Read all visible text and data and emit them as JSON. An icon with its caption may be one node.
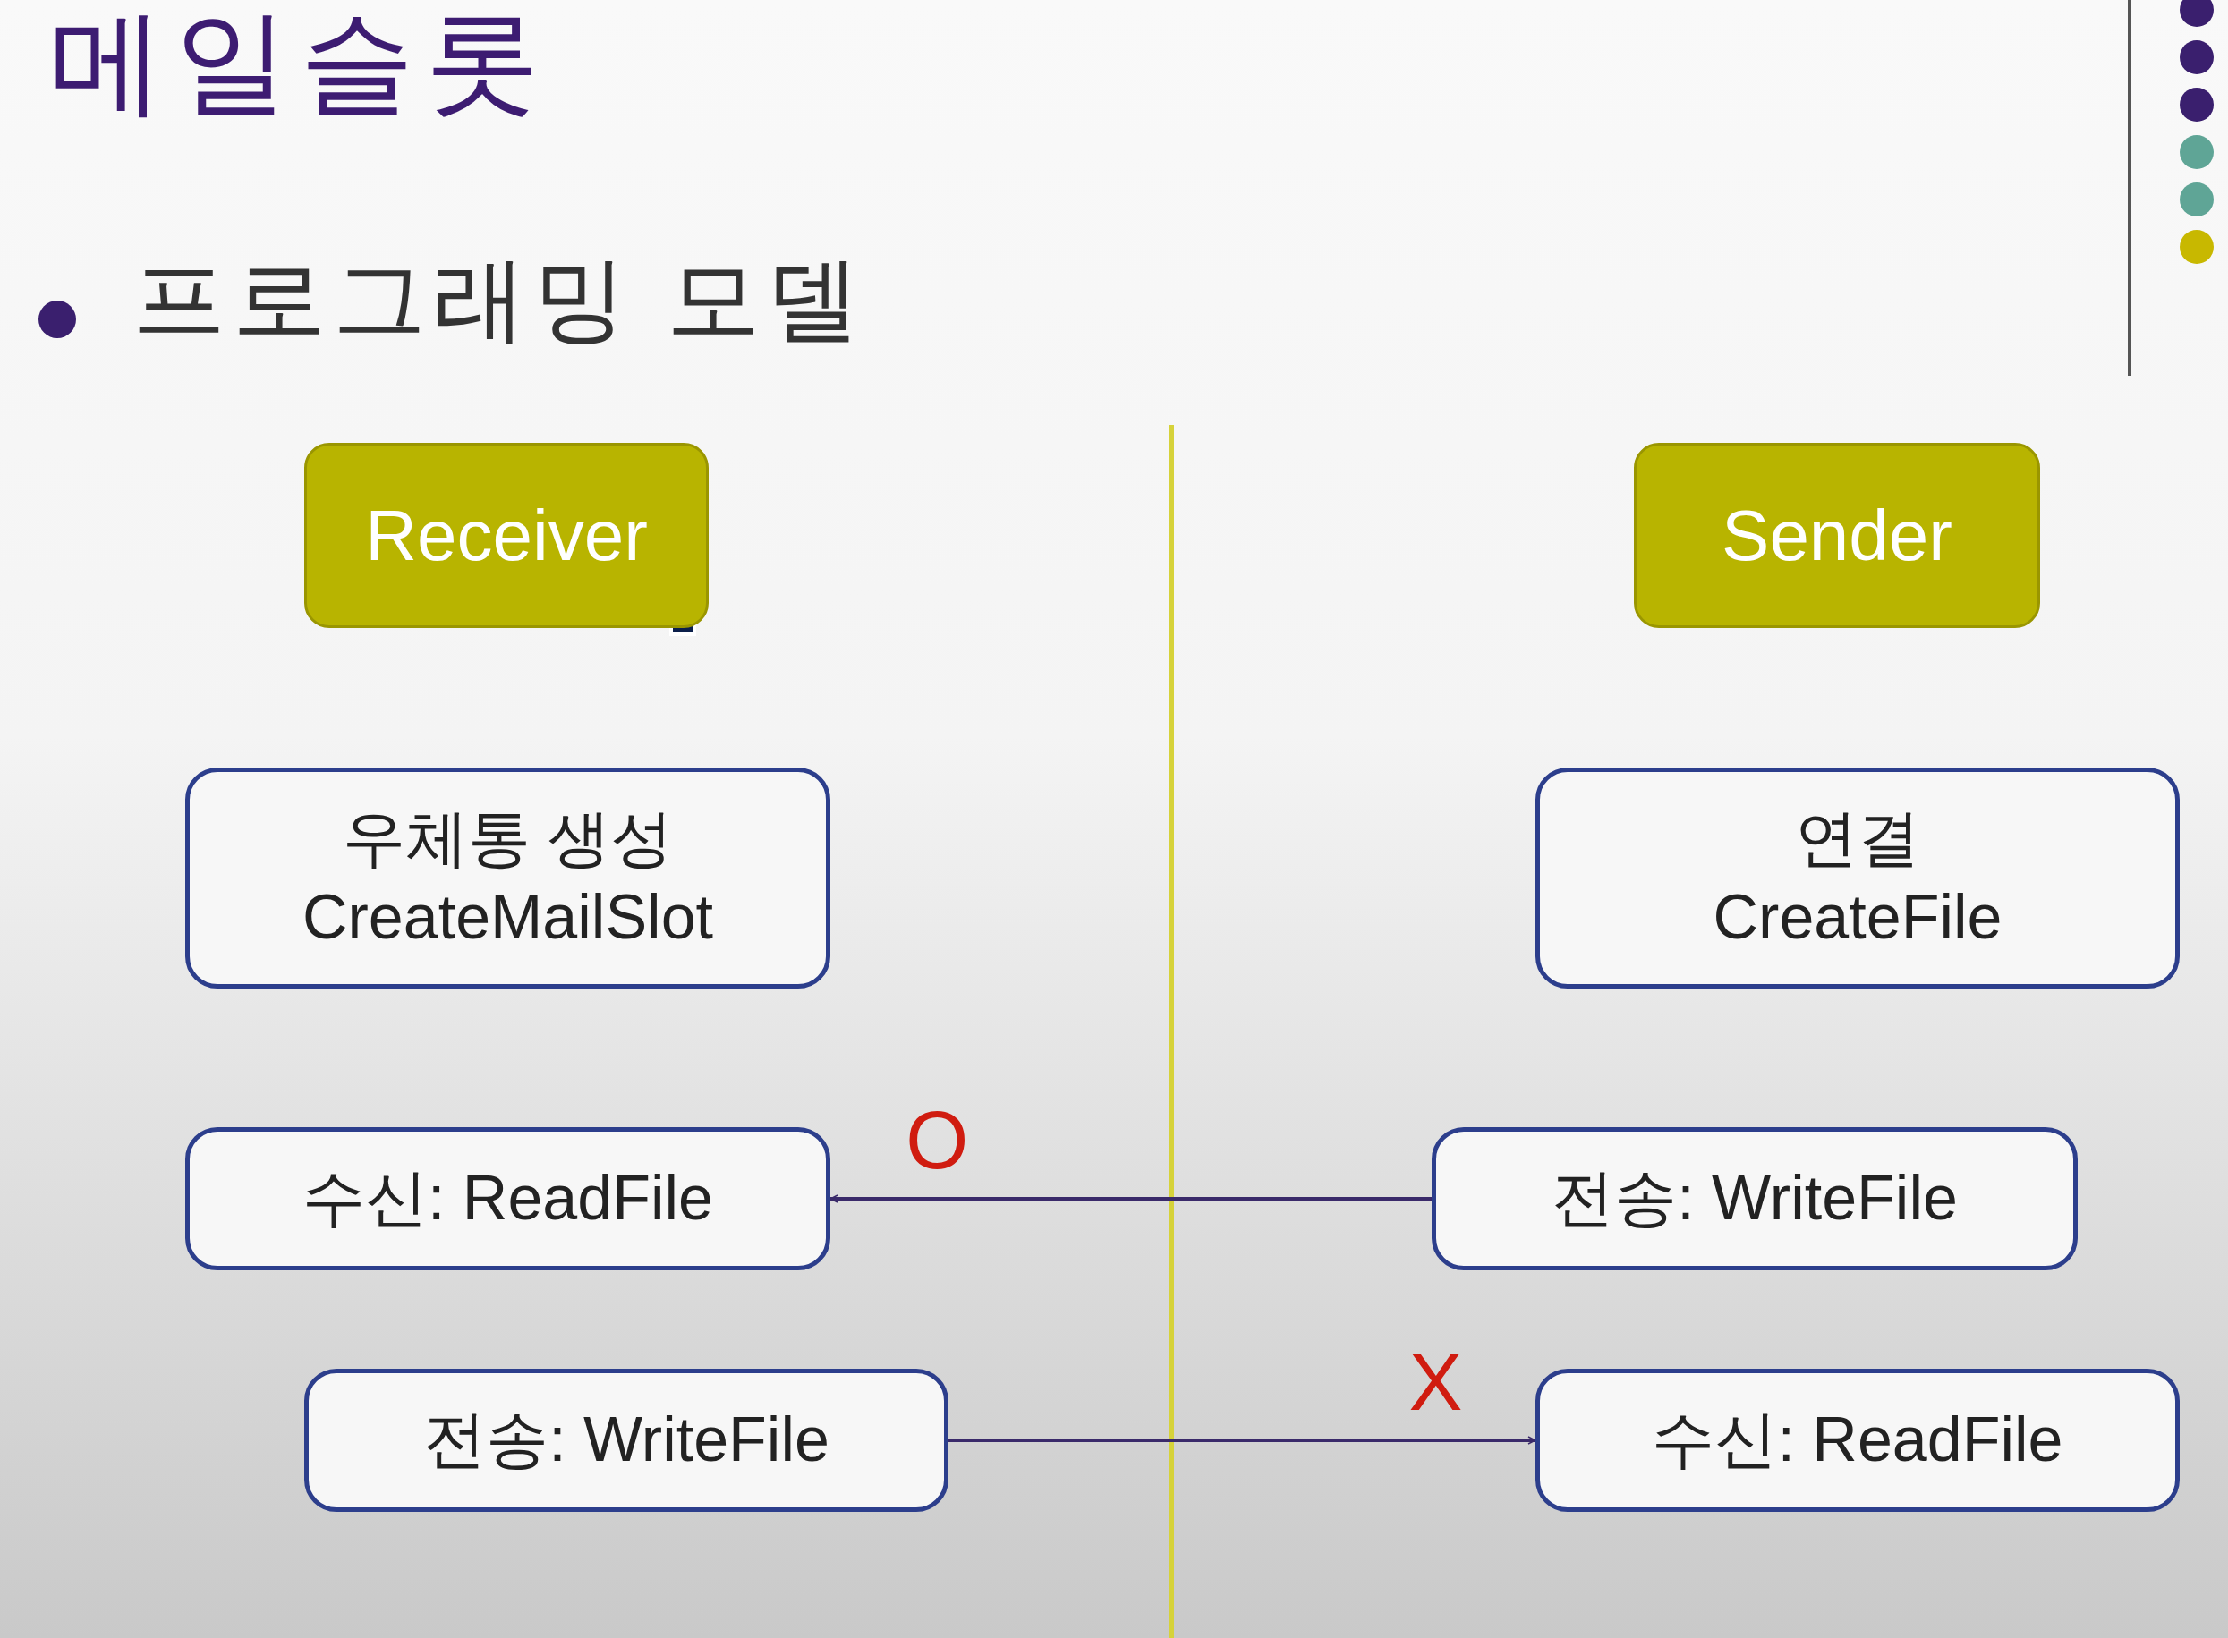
{
  "diagram": {
    "title": "메일슬롯",
    "nodes": [
      {
        "text": [
          "Receiver"
        ]
      },
      {
        "text": [
          "Sender"
        ]
      },
      {
        "text": [
          "우체통 생성",
          "CreateMailSlot"
        ]
      },
      {
        "text": [
          "연결",
          "CreateFile"
        ]
      },
      {
        "text": [
          "수신: ReadFile"
        ]
      },
      {
        "text": [
          "전송: WriteFile"
        ]
      },
      {
        "text": [
          "전송: WriteFile"
        ]
      },
      {
        "text": [
          "수신: ReadFile"
        ]
      }
    ],
    "edges": [
      {
        "from": 5,
        "to": 4,
        "arrow": "to",
        "label": "O"
      },
      {
        "from": 6,
        "to": 7,
        "arrow": "to",
        "label": "X"
      }
    ],
    "labels": [
      "프로그래밍 모델"
    ]
  }
}
